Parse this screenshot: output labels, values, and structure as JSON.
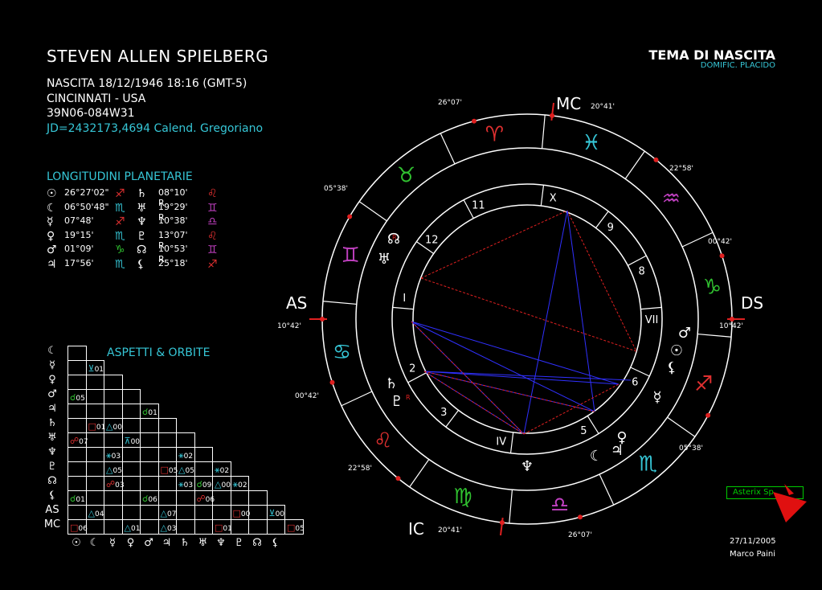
{
  "header": {
    "name": "STEVEN ALLEN SPIELBERG",
    "birth": "NASCITA 18/12/1946 18:16 (GMT-5)",
    "place": "CINCINNATI - USA",
    "coords": "39N06-084W31",
    "jd": "JD=2432173,4694  Calend. Gregoriano",
    "theme_title": "TEMA DI NASCITA",
    "domif": "DOMIFIC. PLACIDO"
  },
  "planets_title": "LONGITUDINI PLANETARIE",
  "planets": [
    {
      "glyph": "☉",
      "pos": "26°27'02\"",
      "sign": "♐",
      "color": "#e03030",
      "glyph2": "♄",
      "pos2": "08°10' R",
      "sign2": "♌",
      "color2": "#e03030"
    },
    {
      "glyph": "☾",
      "pos": "06°50'48\"",
      "sign": "♏",
      "color": "#36c6d6",
      "glyph2": "♅",
      "pos2": "19°29' R",
      "sign2": "♊",
      "color2": "#c040c0"
    },
    {
      "glyph": "☿",
      "pos": "07°48'",
      "sign": "♐",
      "color": "#e03030",
      "glyph2": "♆",
      "pos2": "10°38'",
      "sign2": "♎",
      "color2": "#c040c0"
    },
    {
      "glyph": "♀",
      "pos": "19°15'",
      "sign": "♏",
      "color": "#36c6d6",
      "glyph2": "♇",
      "pos2": "13°07' R",
      "sign2": "♌",
      "color2": "#e03030"
    },
    {
      "glyph": "♂",
      "pos": "01°09'",
      "sign": "♑",
      "color": "#30c030",
      "glyph2": "☊",
      "pos2": "10°53' R",
      "sign2": "♊",
      "color2": "#c040c0"
    },
    {
      "glyph": "♃",
      "pos": "17°56'",
      "sign": "♏",
      "color": "#36c6d6",
      "glyph2": "⚸",
      "pos2": "25°18'",
      "sign2": "♐",
      "color2": "#e03030"
    }
  ],
  "aspects_title": "ASPETTI  &  ORBITE",
  "row_labels": [
    "☾",
    "☿",
    "♀",
    "♂",
    "♃",
    "♄",
    "♅",
    "♆",
    "♇",
    "☊",
    "⚸",
    "AS",
    "MC"
  ],
  "col_labels": [
    "☉",
    "☾",
    "☿",
    "♀",
    "♂",
    "♃",
    "♄",
    "♅",
    "♆",
    "♇",
    "☊",
    "⚸"
  ],
  "aspects": [
    {
      "r": 1,
      "c": 1,
      "sym": "⊻",
      "orb": "01",
      "color": "#36c6d6"
    },
    {
      "r": 3,
      "c": 0,
      "sym": "☌",
      "orb": "05",
      "color": "#30c030"
    },
    {
      "r": 4,
      "c": 4,
      "sym": "☌",
      "orb": "01",
      "color": "#30c030"
    },
    {
      "r": 5,
      "c": 1,
      "sym": "□",
      "orb": "01",
      "color": "#e03030"
    },
    {
      "r": 5,
      "c": 2,
      "sym": "△",
      "orb": "00",
      "color": "#36c6d6"
    },
    {
      "r": 6,
      "c": 0,
      "sym": "☍",
      "orb": "07",
      "color": "#e03030"
    },
    {
      "r": 6,
      "c": 3,
      "sym": "⊼",
      "orb": "00",
      "color": "#36c6d6"
    },
    {
      "r": 7,
      "c": 2,
      "sym": "⚹",
      "orb": "03",
      "color": "#36c6d6"
    },
    {
      "r": 7,
      "c": 6,
      "sym": "⚹",
      "orb": "02",
      "color": "#36c6d6"
    },
    {
      "r": 8,
      "c": 2,
      "sym": "△",
      "orb": "05",
      "color": "#36c6d6"
    },
    {
      "r": 8,
      "c": 5,
      "sym": "□",
      "orb": "05",
      "color": "#e03030"
    },
    {
      "r": 8,
      "c": 6,
      "sym": "△",
      "orb": "05",
      "color": "#36c6d6"
    },
    {
      "r": 8,
      "c": 8,
      "sym": "⚹",
      "orb": "02",
      "color": "#36c6d6"
    },
    {
      "r": 9,
      "c": 2,
      "sym": "☍",
      "orb": "03",
      "color": "#e03030"
    },
    {
      "r": 9,
      "c": 6,
      "sym": "⚹",
      "orb": "03",
      "color": "#36c6d6"
    },
    {
      "r": 9,
      "c": 7,
      "sym": "☌",
      "orb": "09",
      "color": "#30c030"
    },
    {
      "r": 9,
      "c": 8,
      "sym": "△",
      "orb": "00",
      "color": "#36c6d6"
    },
    {
      "r": 9,
      "c": 9,
      "sym": "⚹",
      "orb": "02",
      "color": "#36c6d6"
    },
    {
      "r": 10,
      "c": 0,
      "sym": "☌",
      "orb": "01",
      "color": "#30c030"
    },
    {
      "r": 10,
      "c": 4,
      "sym": "☌",
      "orb": "06",
      "color": "#30c030"
    },
    {
      "r": 10,
      "c": 7,
      "sym": "☍",
      "orb": "06",
      "color": "#e03030"
    },
    {
      "r": 11,
      "c": 1,
      "sym": "△",
      "orb": "04",
      "color": "#36c6d6"
    },
    {
      "r": 11,
      "c": 5,
      "sym": "△",
      "orb": "07",
      "color": "#36c6d6"
    },
    {
      "r": 11,
      "c": 9,
      "sym": "□",
      "orb": "00",
      "color": "#e03030"
    },
    {
      "r": 11,
      "c": 11,
      "sym": "⊻",
      "orb": "00",
      "color": "#36c6d6"
    },
    {
      "r": 12,
      "c": 0,
      "sym": "□",
      "orb": "06",
      "color": "#e03030"
    },
    {
      "r": 12,
      "c": 3,
      "sym": "△",
      "orb": "01",
      "color": "#36c6d6"
    },
    {
      "r": 12,
      "c": 5,
      "sym": "△",
      "orb": "03",
      "color": "#36c6d6"
    },
    {
      "r": 12,
      "c": 8,
      "sym": "□",
      "orb": "01",
      "color": "#e03030"
    },
    {
      "r": 12,
      "c": 12,
      "sym": "□",
      "orb": "05",
      "color": "#e03030"
    }
  ],
  "wheel": {
    "angles": {
      "as": "AS",
      "ds": "DS",
      "mc": "MC",
      "ic": "IC"
    },
    "cusp_labels": [
      "26°07'",
      "20°41'",
      "22°58'",
      "00°42'",
      "10°42'",
      "05°38'",
      "26°07'",
      "20°41'",
      "22°58'",
      "00°42'",
      "10°42'",
      "05°38'"
    ],
    "houses": [
      "X",
      "9",
      "8",
      "VII",
      "6",
      "5",
      "IV",
      "3",
      "2",
      "I",
      "12",
      "11"
    ],
    "signs": [
      {
        "s": "♈",
        "color": "#e03030"
      },
      {
        "s": "♓",
        "color": "#36c6d6"
      },
      {
        "s": "♒",
        "color": "#c040c0"
      },
      {
        "s": "♑",
        "color": "#30c030"
      },
      {
        "s": "♐",
        "color": "#e03030"
      },
      {
        "s": "♏",
        "color": "#36c6d6"
      },
      {
        "s": "♎",
        "color": "#c040c0"
      },
      {
        "s": "♍",
        "color": "#30c030"
      },
      {
        "s": "♌",
        "color": "#e03030"
      },
      {
        "s": "♋",
        "color": "#36c6d6"
      },
      {
        "s": "♊",
        "color": "#c040c0"
      },
      {
        "s": "♉",
        "color": "#30c030"
      }
    ],
    "planet_glyphs": [
      "♂",
      "☉",
      "⚸",
      "☿",
      "♀",
      "☾",
      "♃",
      "♆",
      "♄",
      "♇",
      "♅",
      "☊"
    ],
    "retro": "R"
  },
  "footer": {
    "date": "27/11/2005",
    "author": "Marco Paini",
    "badge": "Asterix Sp"
  }
}
